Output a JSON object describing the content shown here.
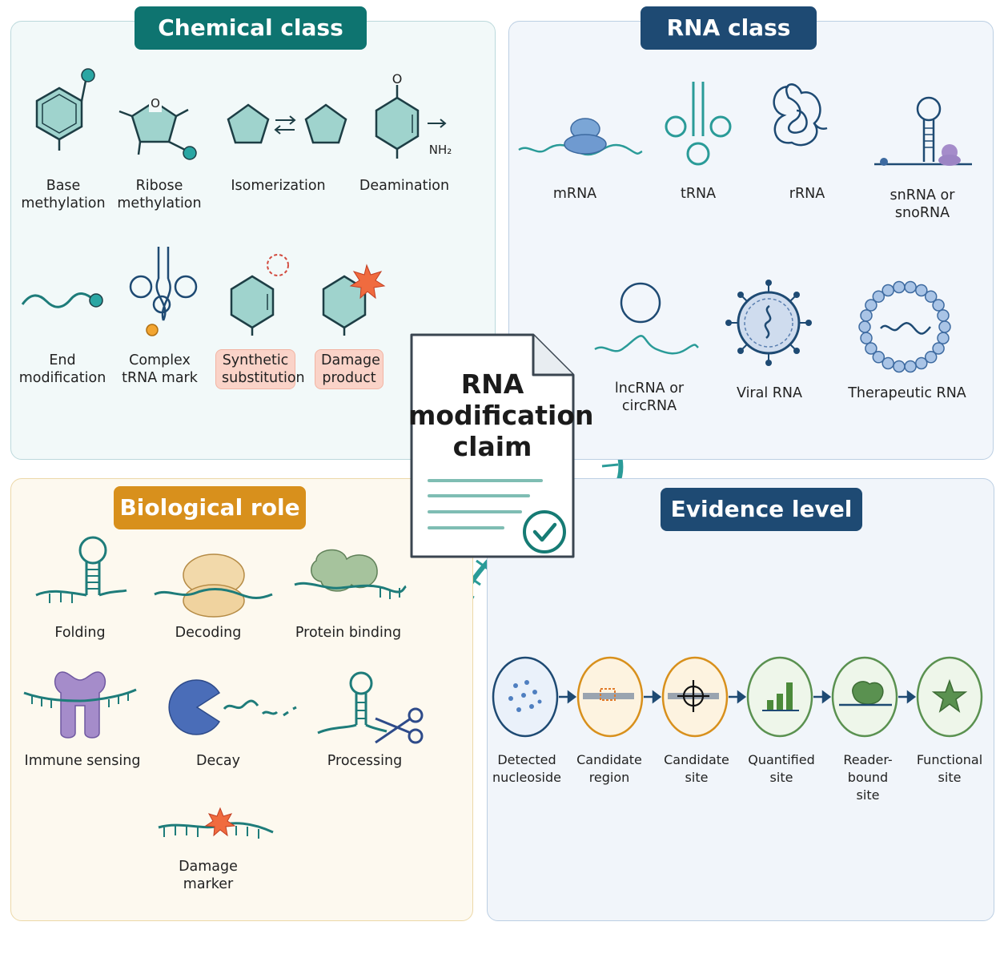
{
  "center": {
    "title_lines": [
      "RNA",
      "modification",
      "claim"
    ]
  },
  "chemical_class": {
    "title": "Chemical class",
    "items": [
      {
        "lines": [
          "Base",
          "methylation"
        ]
      },
      {
        "lines": [
          "Ribose",
          "methylation"
        ]
      },
      {
        "lines": [
          "Isomerization"
        ]
      },
      {
        "lines": [
          "Deamination"
        ]
      },
      {
        "lines": [
          "End",
          "modification"
        ]
      },
      {
        "lines": [
          "Complex",
          "tRNA mark"
        ]
      },
      {
        "lines": [
          "Synthetic",
          "substitution"
        ]
      },
      {
        "lines": [
          "Damage",
          "product"
        ]
      }
    ],
    "chem_labels": {
      "oxygen": "O",
      "oxo": "O",
      "amine": "NH₂"
    }
  },
  "rna_class": {
    "title": "RNA class",
    "items": [
      {
        "lines": [
          "mRNA"
        ]
      },
      {
        "lines": [
          "tRNA"
        ]
      },
      {
        "lines": [
          "rRNA"
        ]
      },
      {
        "lines": [
          "snRNA or",
          "snoRNA"
        ]
      },
      {
        "lines": [
          "lncRNA or",
          "circRNA"
        ]
      },
      {
        "lines": [
          "Viral RNA"
        ]
      },
      {
        "lines": [
          "Therapeutic RNA"
        ]
      }
    ]
  },
  "biological_role": {
    "title": "Biological role",
    "items": [
      {
        "lines": [
          "Folding"
        ]
      },
      {
        "lines": [
          "Decoding"
        ]
      },
      {
        "lines": [
          "Protein binding"
        ]
      },
      {
        "lines": [
          "Immune sensing"
        ]
      },
      {
        "lines": [
          "Decay"
        ]
      },
      {
        "lines": [
          "Processing"
        ]
      },
      {
        "lines": [
          "Damage marker"
        ]
      }
    ]
  },
  "evidence_level": {
    "title": "Evidence level",
    "steps": [
      {
        "lines": [
          "Detected",
          "nucleoside"
        ],
        "icon": "dots-icon"
      },
      {
        "lines": [
          "Candidate",
          "region"
        ],
        "icon": "region-icon"
      },
      {
        "lines": [
          "Candidate",
          "site"
        ],
        "icon": "crosshair-icon"
      },
      {
        "lines": [
          "Quantified",
          "site"
        ],
        "icon": "bar-chart-icon"
      },
      {
        "lines": [
          "Reader-bound",
          "site"
        ],
        "icon": "reader-protein-icon"
      },
      {
        "lines": [
          "Functional",
          "site"
        ],
        "icon": "star-icon"
      }
    ]
  },
  "colors": {
    "teal": "#2a9b98",
    "teal_dark": "#0e6f6c",
    "navy": "#1e4a73",
    "amber": "#d8901c",
    "coral": "#f06b3f",
    "highlight": "#fad3c8"
  }
}
